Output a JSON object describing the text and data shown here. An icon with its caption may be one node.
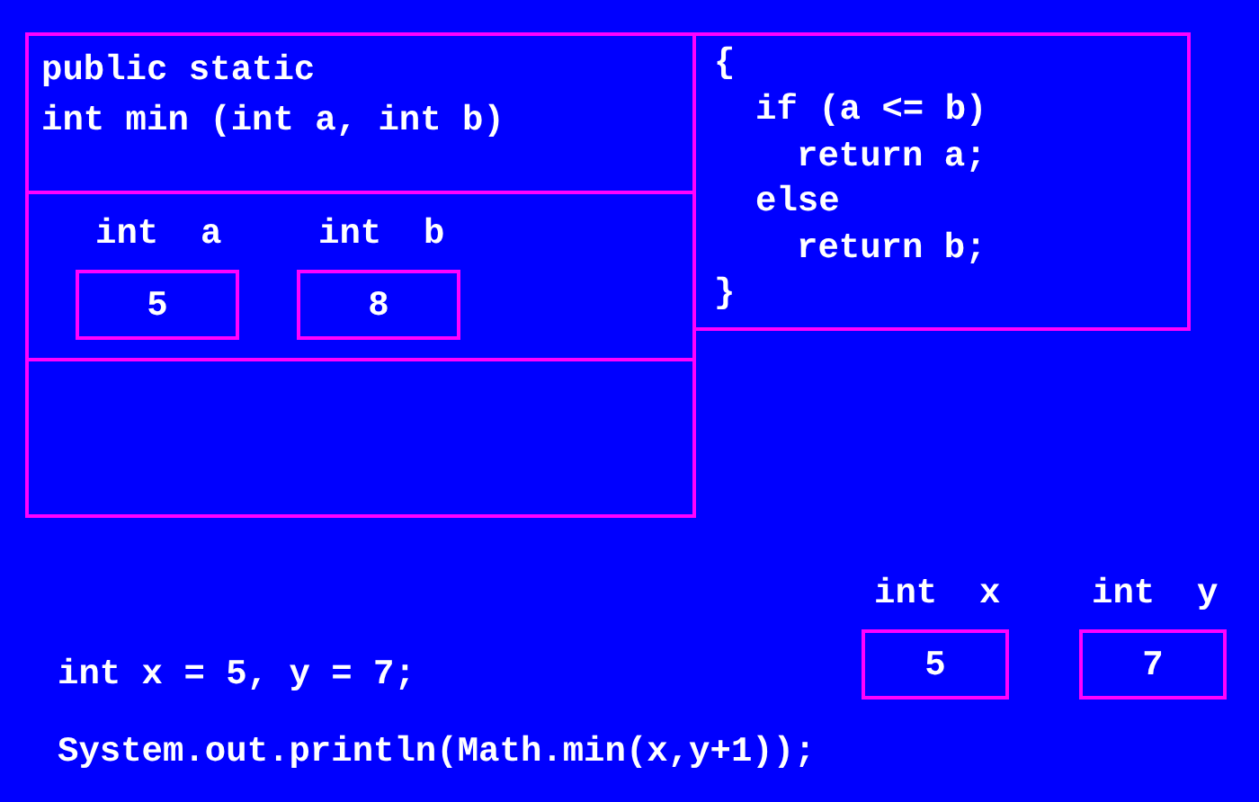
{
  "diagram": {
    "nodes": [
      {
        "text": [
          "public static",
          "int min (int a, int b)"
        ]
      },
      {
        "text": [
          "5"
        ],
        "beside": [
          "int a"
        ],
        "in": 0
      },
      {
        "text": [
          "8"
        ],
        "beside": [
          "int b"
        ],
        "in": 0
      },
      {
        "text": [
          "{",
          "if (a <= b)",
          "return a;",
          "else",
          "return b;",
          "}"
        ]
      },
      {
        "text": [
          "5"
        ],
        "beside": [
          "int x"
        ]
      },
      {
        "text": [
          "7"
        ],
        "beside": [
          "int y"
        ]
      }
    ],
    "labels": [
      "int x = 5, y = 7;",
      "System.out.println(Math.min(x,y+1));"
    ]
  }
}
